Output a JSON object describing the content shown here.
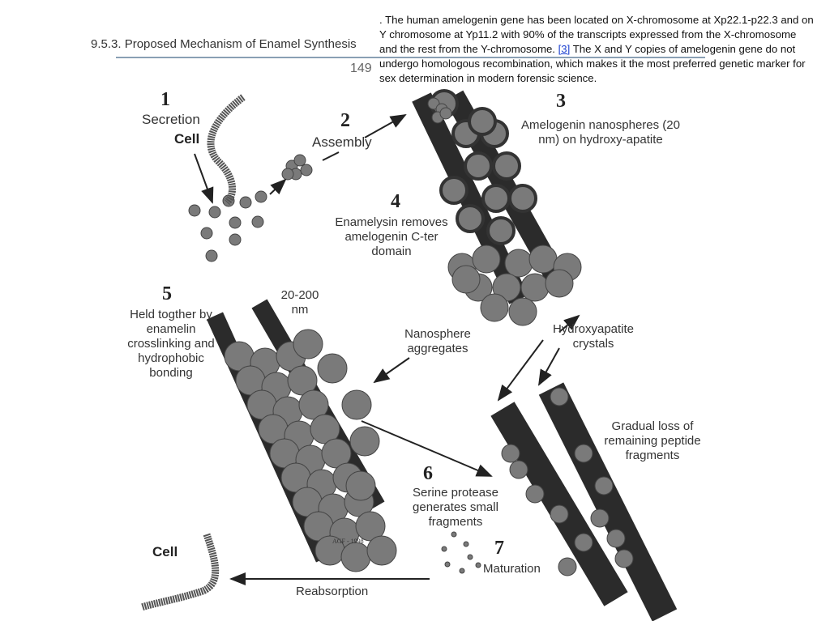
{
  "caption": {
    "lead": ". The human amelogenin gene has been located on X-chromosome at Xp22.1-p22.3 and on Y chromosome at Yp11.2 with 90% of the transcripts expressed from the X-chromosome and the rest from the Y-chromosome. ",
    "ref": "[3]",
    "tail": " The X and Y copies of amelogenin gene do not undergo homologous recombination, which makes it the most preferred genetic marker for sex determination in modern forensic science."
  },
  "section_title": "9.5.3.  Proposed Mechanism of Enamel Synthesis",
  "page_number": "149",
  "steps": {
    "s1": {
      "num": "1",
      "label": "Secretion",
      "cell": "Cell"
    },
    "s2": {
      "num": "2",
      "label": "Assembly"
    },
    "s3": {
      "num": "3",
      "label": "Amelogenin nanospheres (20 nm) on hydroxy-apatite"
    },
    "s4": {
      "num": "4",
      "label": "Enamelysin removes amelogenin C-ter domain"
    },
    "s5": {
      "num": "5",
      "label": "Held togther by enamelin crosslinking and hydrophobic bonding",
      "size": "20-200 nm"
    },
    "s6": {
      "num": "6",
      "label": "Serine protease generates small fragments"
    },
    "s7": {
      "num": "7",
      "label": "Maturation"
    }
  },
  "labels": {
    "aggregates": "Nanosphere aggregates",
    "crystals": "Hydroxyapatite crystals",
    "loss": "Gradual loss of remaining peptide fragments",
    "cell2": "Cell",
    "reabsorption": "Reabsorption",
    "credit": "AGF - 1998"
  }
}
